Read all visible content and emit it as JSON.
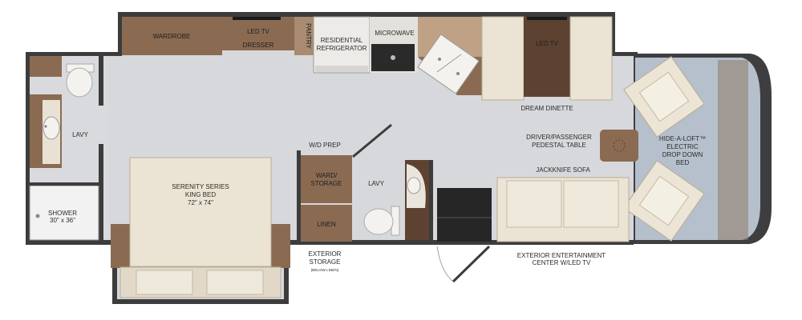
{
  "labels": {
    "wardrobe": "WARDROBE",
    "led_tv_dresser_1": "LED TV",
    "led_tv_dresser_2": "DRESSER",
    "pantry": "PANTRY",
    "fridge_1": "RESIDENTIAL",
    "fridge_2": "REFRIGERATOR",
    "microwave": "MICROWAVE",
    "led_tv_dinette": "LED TV",
    "dream_dinette": "DREAM DINETTE",
    "lavy_rear": "LAVY",
    "shower_1": "SHOWER",
    "shower_2": "30\" x 36\"",
    "bed_1": "SERENITY SERIES",
    "bed_2": "KING BED",
    "bed_3": "72\" x 74\"",
    "wd_prep": "W/D PREP",
    "ward_storage_1": "WARD/",
    "ward_storage_2": "STORAGE",
    "linen": "LINEN",
    "lavy_mid": "LAVY",
    "pedestal_1": "DRIVER/PASSENGER",
    "pedestal_2": "PEDESTAL TABLE",
    "jackknife": "JACKKNIFE SOFA",
    "loft_1": "HIDE-A-LOFT™",
    "loft_2": "ELECTRIC",
    "loft_3": "DROP DOWN",
    "loft_4": "BED",
    "ext_storage_1": "EXTERIOR",
    "ext_storage_2": "STORAGE",
    "ext_storage_3": "(BELOW LINEN)",
    "ext_ent_1": "EXTERIOR ENTERTAINMENT",
    "ext_ent_2": "CENTER W/LED TV"
  },
  "colors": {
    "floor": "#d8d8dc",
    "wall": "#3c3c3c",
    "cabinet": "#8a6b52",
    "cabinet_light": "#a88b70",
    "dark_wood": "#5d4232",
    "cushion": "#ece5d6",
    "seat_tan": "#b9a58e",
    "cab_blue": "#b5bfcb"
  }
}
